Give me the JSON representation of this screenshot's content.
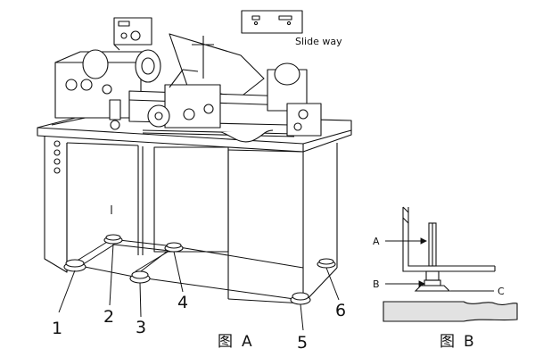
{
  "figure_a": {
    "caption_glyph": "图",
    "caption_letter": "A",
    "inset_label": "Slide way",
    "callouts": [
      "1",
      "2",
      "3",
      "4",
      "5",
      "6"
    ]
  },
  "figure_b": {
    "caption_glyph": "图",
    "caption_letter": "B",
    "labels": [
      "A",
      "B",
      "C"
    ]
  },
  "colors": {
    "line": "#111111",
    "hatch": "#bdbdbd",
    "panel": "#efefef"
  }
}
